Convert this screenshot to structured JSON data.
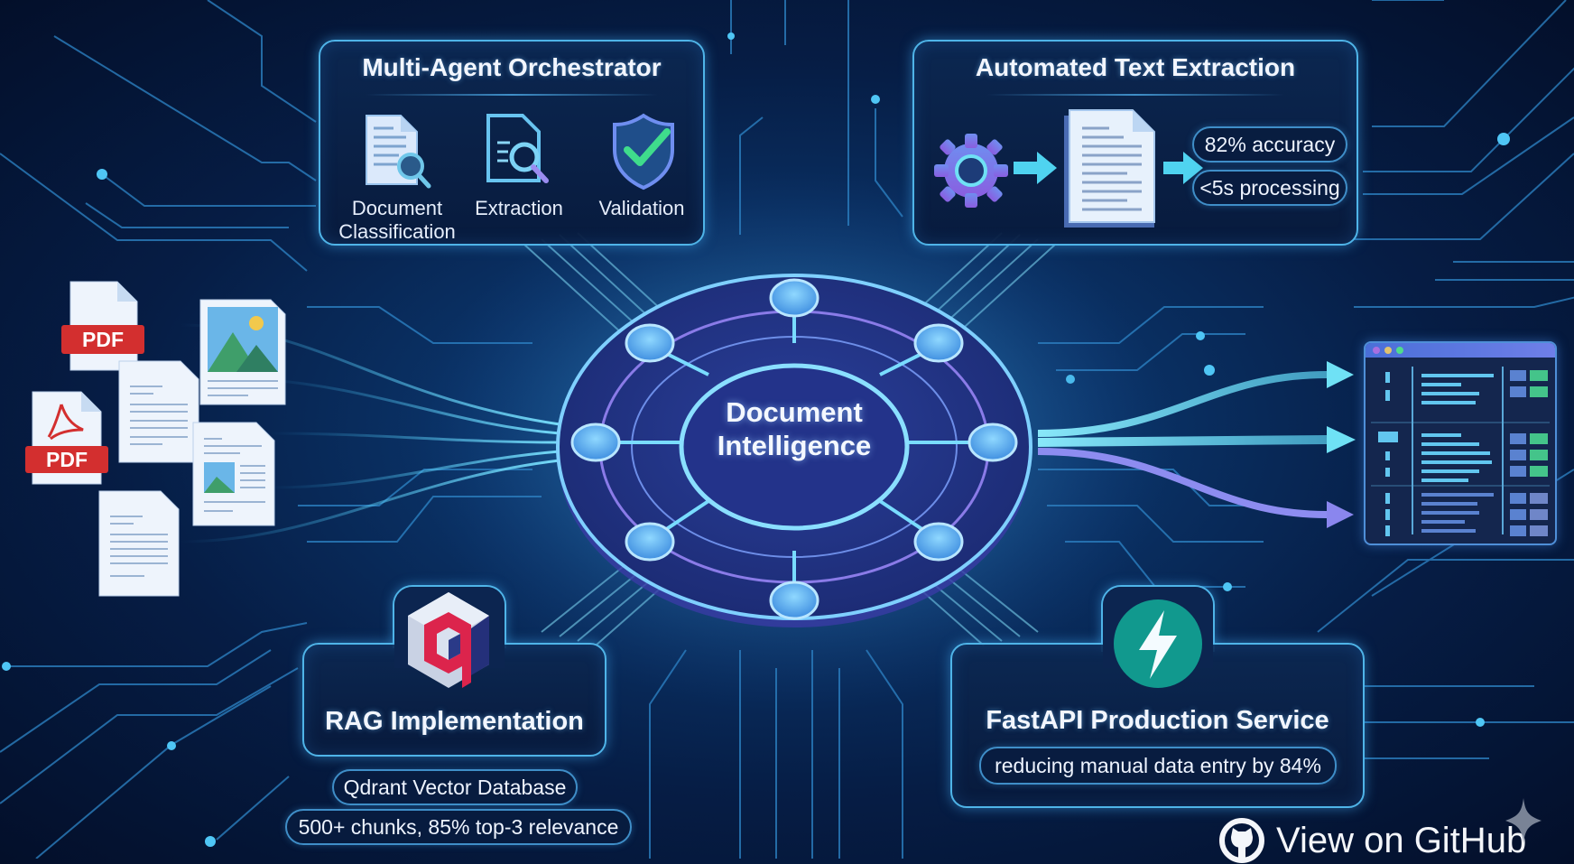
{
  "center": {
    "title_line1": "Document",
    "title_line2": "Intelligence",
    "node_count": 8
  },
  "orchestrator": {
    "title": "Multi-Agent Orchestrator",
    "agents": [
      {
        "label_line1": "Document",
        "label_line2": "Classification",
        "icon": "document-search-icon"
      },
      {
        "label_line1": "Extraction",
        "label_line2": "",
        "icon": "extraction-search-icon"
      },
      {
        "label_line1": "Validation",
        "label_line2": "",
        "icon": "shield-check-icon"
      }
    ]
  },
  "extraction": {
    "title": "Automated Text Extraction",
    "metrics": [
      "82% accuracy",
      "<5s processing"
    ],
    "icons": [
      "gear-icon",
      "arrow-right-icon",
      "document-icon",
      "arrow-right-icon"
    ]
  },
  "rag": {
    "title": "RAG Implementation",
    "icon": "qdrant-logo-icon",
    "pills": [
      "Qdrant Vector Database",
      "500+ chunks, 85% top-3 relevance"
    ]
  },
  "fastapi": {
    "title": "FastAPI Production Service",
    "icon": "lightning-bolt-icon",
    "pill": "reducing manual data entry by 84%"
  },
  "inputs": {
    "documents": [
      {
        "type": "pdf",
        "badge": "PDF"
      },
      {
        "type": "image"
      },
      {
        "type": "text"
      },
      {
        "type": "pdf-acrobat",
        "badge": "PDF"
      },
      {
        "type": "mixed"
      },
      {
        "type": "text"
      }
    ]
  },
  "output": {
    "panel": "structured-data-window-icon"
  },
  "github": {
    "label": "View on GitHub"
  },
  "colors": {
    "accent_cyan": "#4fd3f0",
    "panel_border": "#4fb4e8",
    "pdf_red": "#d32f2f",
    "fastapi_teal": "#11998e",
    "qdrant_red": "#dc244c",
    "validation_green": "#3fdc8c"
  }
}
